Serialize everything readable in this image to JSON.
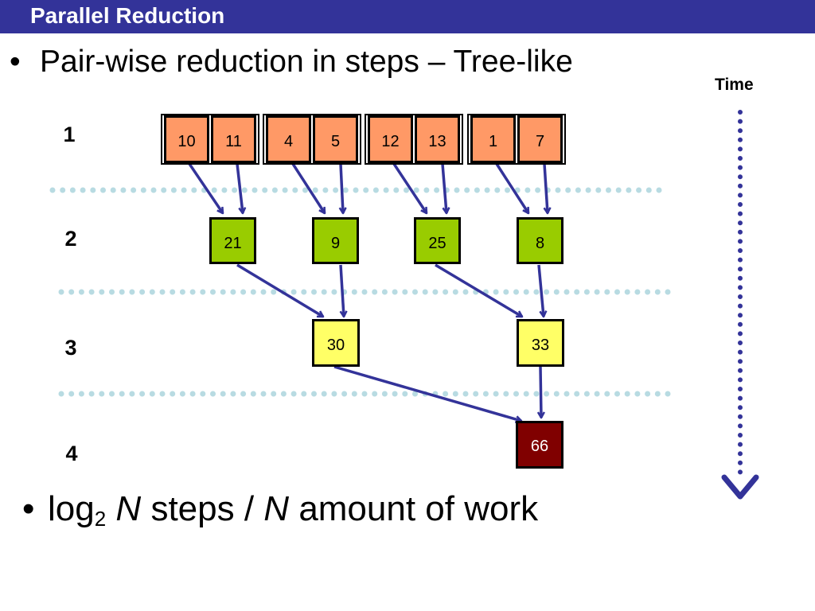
{
  "slide": {
    "title": "Parallel Reduction",
    "bullet1": "Pair-wise reduction in steps – Tree-like",
    "bullet2": {
      "log": "log",
      "base": "2",
      "n1": "N",
      "middle": "steps /",
      "n2": "N",
      "end": "amount of work"
    },
    "bullet_char": "•"
  },
  "time_label": "Time",
  "steps": [
    "1",
    "2",
    "3",
    "4"
  ],
  "level1": [
    "10",
    "11",
    "4",
    "5",
    "12",
    "13",
    "1",
    "7"
  ],
  "level2": [
    "21",
    "9",
    "25",
    "8"
  ],
  "level3": [
    "30",
    "33"
  ],
  "level4": [
    "66"
  ],
  "colors": {
    "title_bar": "#333399",
    "arrow": "#333399",
    "dotted_separator": "#b8dbe2",
    "time_arrow": "#333399",
    "level1_fill": "#ff9966",
    "level2_fill": "#99cc00",
    "level3_fill": "#ffff66",
    "level4_fill": "#800000"
  }
}
